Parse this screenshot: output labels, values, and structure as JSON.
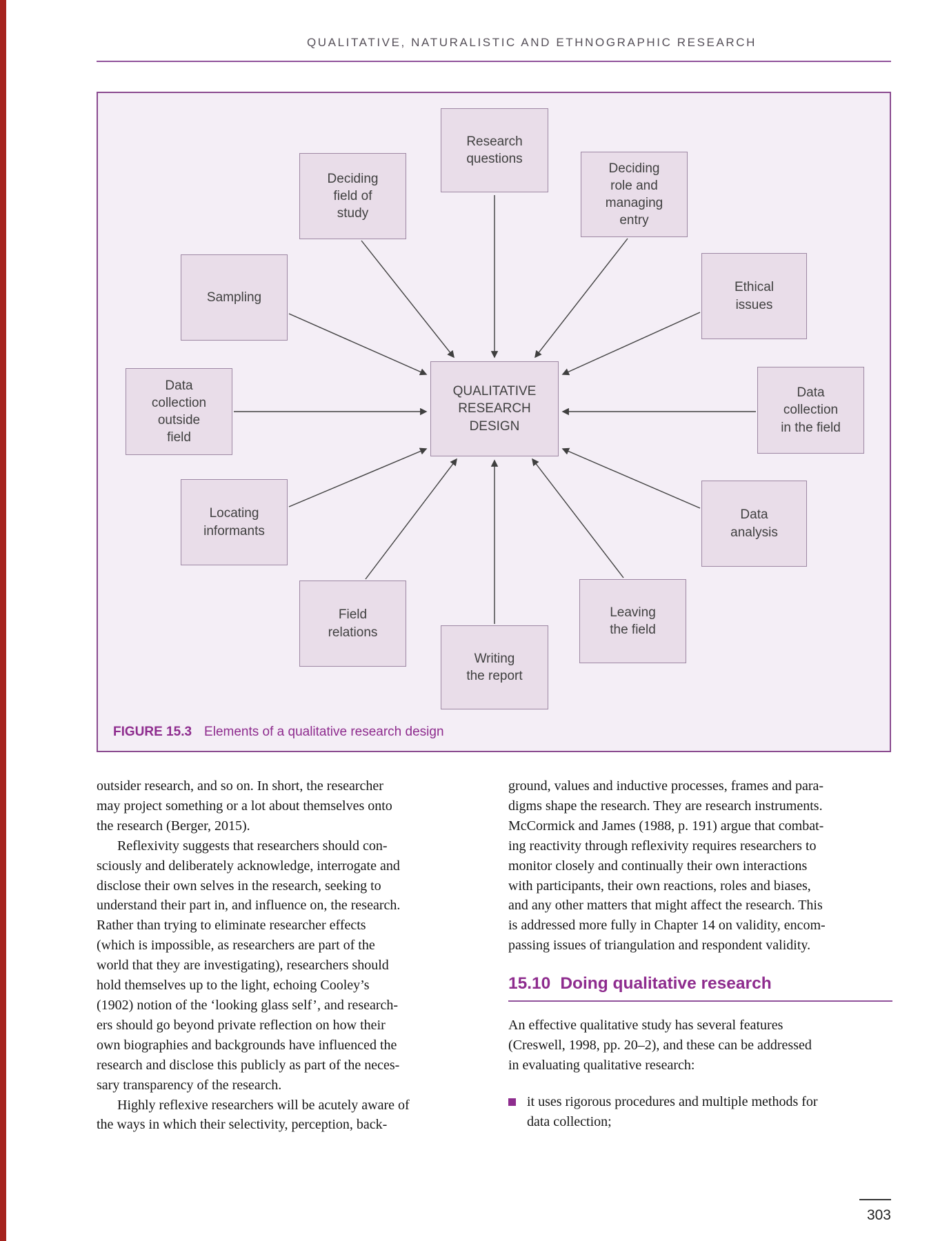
{
  "colors": {
    "accent": "#8e2c8e",
    "spine": "#a5231e",
    "figure_border": "#8a4a8f",
    "figure_bg": "#f4eef6",
    "node_fill": "#e9dde9",
    "node_border": "#9d87a3",
    "arrow": "#3f3f3f",
    "rule": "#90519a",
    "text": "#161616",
    "running_head_color": "#554f58"
  },
  "header": {
    "running_head": "QUALITATIVE, NATURALISTIC AND ETHNOGRAPHIC RESEARCH"
  },
  "figure": {
    "caption_label": "FIGURE 15.3",
    "caption_text": "Elements of a qualitative research design",
    "center_label": "QUALITATIVE\nRESEARCH\nDESIGN",
    "nodes": [
      {
        "id": "research-questions",
        "label": "Research\nquestions"
      },
      {
        "id": "deciding-field-of-study",
        "label": "Deciding\nfield of\nstudy"
      },
      {
        "id": "deciding-role-and-managing-entry",
        "label": "Deciding\nrole and\nmanaging\nentry"
      },
      {
        "id": "sampling",
        "label": "Sampling"
      },
      {
        "id": "ethical-issues",
        "label": "Ethical\nissues"
      },
      {
        "id": "data-collection-outside-field",
        "label": "Data\ncollection\noutside\nfield"
      },
      {
        "id": "data-collection-in-the-field",
        "label": "Data\ncollection\nin the field"
      },
      {
        "id": "locating-informants",
        "label": "Locating\ninformants"
      },
      {
        "id": "data-analysis",
        "label": "Data\nanalysis"
      },
      {
        "id": "field-relations",
        "label": "Field\nrelations"
      },
      {
        "id": "leaving-the-field",
        "label": "Leaving\nthe field"
      },
      {
        "id": "writing-the-report",
        "label": "Writing\nthe report"
      }
    ]
  },
  "body": {
    "left_lines": [
      "outsider research, and so on. In short, the researcher",
      "may project something or a lot about themselves onto",
      "the research (Berger, 2015).",
      "  Reflexivity suggests that researchers should con-",
      "sciously and deliberately acknowledge, interrogate and",
      "disclose their own selves in the research, seeking to",
      "understand their part in, and influence on, the research.",
      "Rather than trying to eliminate researcher effects",
      "(which is impossible, as researchers are part of the",
      "world that they are investigating), researchers should",
      "hold themselves up to the light, echoing Cooley’s",
      "(1902) notion of the ‘looking glass self’, and research-",
      "ers should go beyond private reflection on how their",
      "own biographies and backgrounds have influenced the",
      "research and disclose this publicly as part of the neces-",
      "sary transparency of the research.",
      "  Highly reflexive researchers will be acutely aware of",
      "the ways in which their selectivity, perception, back-"
    ],
    "right_para1": [
      "ground, values and inductive processes, frames and para-",
      "digms shape the research. They are research instruments.",
      "McCormick and James (1988, p. 191) argue that combat-",
      "ing reactivity through reflexivity requires researchers to",
      "monitor closely and continually their own interactions",
      "with participants, their own reactions, roles and biases,",
      "and any other matters that might affect the research. This",
      "is addressed more fully in Chapter 14 on validity, encom-",
      "passing issues of triangulation and respondent validity."
    ],
    "right_para2": [
      "An effective qualitative study has several features",
      "(Creswell, 1998, pp. 20–2), and these can be addressed",
      "in evaluating qualitative research:"
    ],
    "bullet_lines": [
      "it uses rigorous procedures and multiple methods for",
      "data collection;"
    ]
  },
  "section": {
    "number": "15.10",
    "title": "Doing qualitative research"
  },
  "folio": {
    "page_number": "303"
  }
}
